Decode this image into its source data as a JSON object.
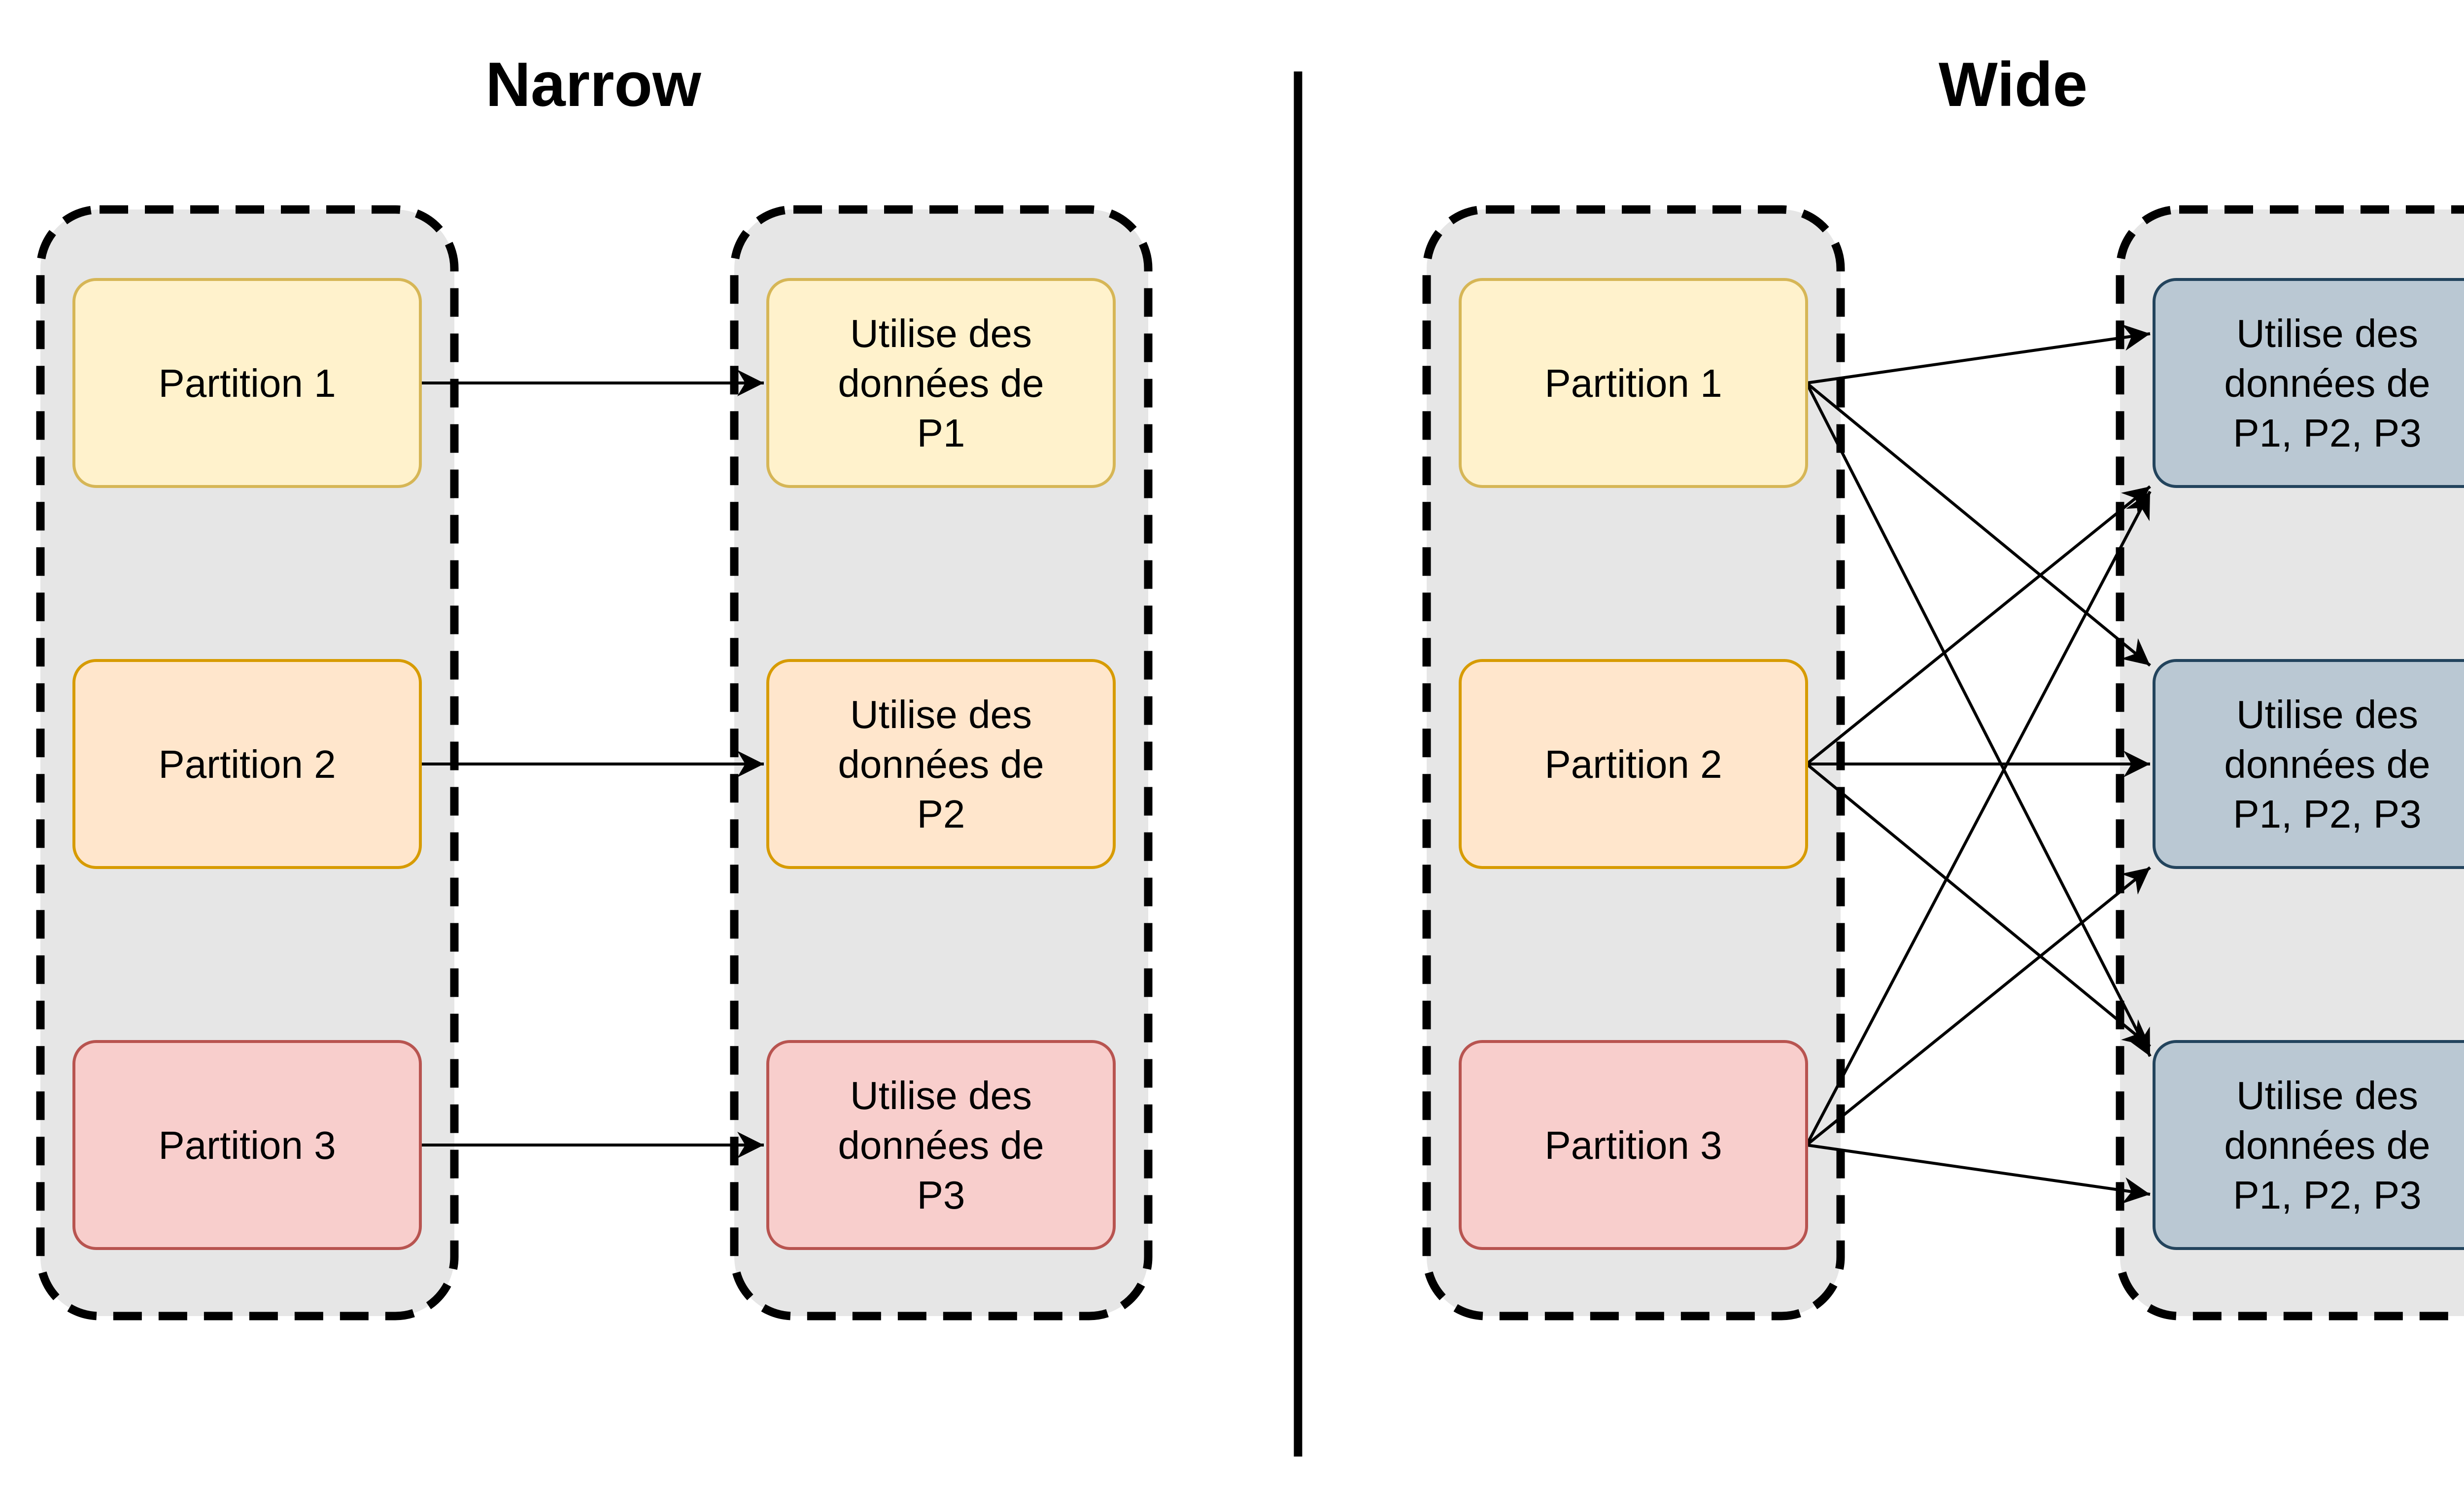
{
  "titles": {
    "narrow": "Narrow",
    "wide": "Wide"
  },
  "narrow": {
    "sources": [
      {
        "label": "Partition 1",
        "fill": "#fff2cc",
        "stroke": "#d6b656"
      },
      {
        "label": "Partition 2",
        "fill": "#ffe6cc",
        "stroke": "#d79b00"
      },
      {
        "label": "Partition 3",
        "fill": "#f8cecc",
        "stroke": "#b85450"
      }
    ],
    "targets": [
      {
        "lines": [
          "Utilise des",
          "données de",
          "P1"
        ],
        "fill": "#fff2cc",
        "stroke": "#d6b656"
      },
      {
        "lines": [
          "Utilise des",
          "données de",
          "P2"
        ],
        "fill": "#ffe6cc",
        "stroke": "#d79b00"
      },
      {
        "lines": [
          "Utilise des",
          "données de",
          "P3"
        ],
        "fill": "#f8cecc",
        "stroke": "#b85450"
      }
    ],
    "edges": [
      [
        0,
        0
      ],
      [
        1,
        1
      ],
      [
        2,
        2
      ]
    ]
  },
  "wide": {
    "sources": [
      {
        "label": "Partition 1",
        "fill": "#fff2cc",
        "stroke": "#d6b656"
      },
      {
        "label": "Partition 2",
        "fill": "#ffe6cc",
        "stroke": "#d79b00"
      },
      {
        "label": "Partition 3",
        "fill": "#f8cecc",
        "stroke": "#b85450"
      }
    ],
    "targets": [
      {
        "lines": [
          "Utilise des",
          "données de",
          "P1, P2, P3"
        ],
        "fill": "#bac8d3",
        "stroke": "#23445d"
      },
      {
        "lines": [
          "Utilise des",
          "données de",
          "P1, P2, P3"
        ],
        "fill": "#bac8d3",
        "stroke": "#23445d"
      },
      {
        "lines": [
          "Utilise des",
          "données de",
          "P1, P2, P3"
        ],
        "fill": "#bac8d3",
        "stroke": "#23445d"
      }
    ],
    "edges": [
      [
        0,
        0
      ],
      [
        0,
        1
      ],
      [
        0,
        2
      ],
      [
        1,
        0
      ],
      [
        1,
        1
      ],
      [
        1,
        2
      ],
      [
        2,
        0
      ],
      [
        2,
        1
      ],
      [
        2,
        2
      ]
    ]
  },
  "colors": {
    "container_fill": "#e6e6e6",
    "container_stroke": "#000000",
    "arrow": "#000000",
    "divider": "#000000"
  }
}
